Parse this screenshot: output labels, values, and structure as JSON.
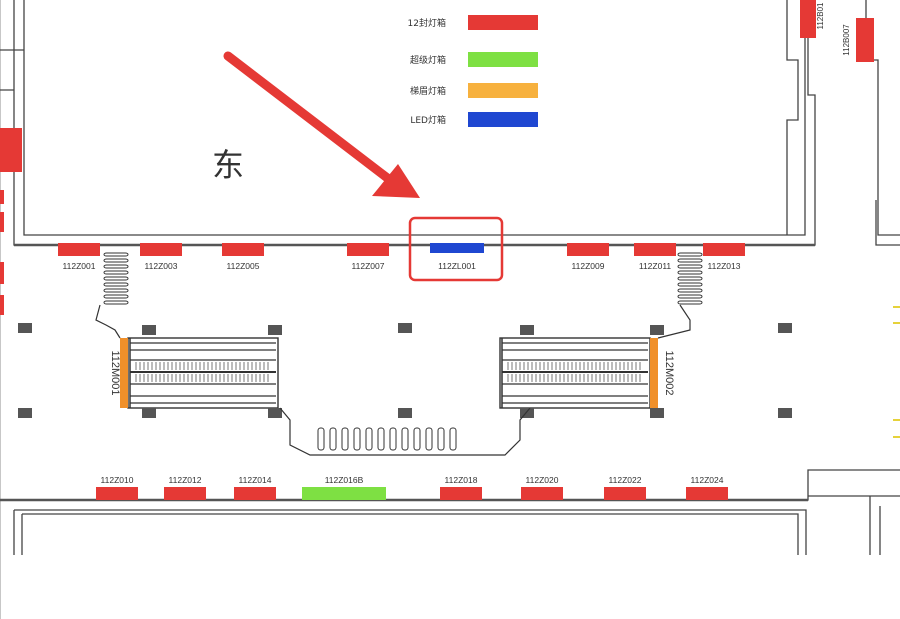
{
  "legend": [
    {
      "label": "12封灯箱",
      "color": "#e53935"
    },
    {
      "label": "超级灯箱",
      "color": "#7ee043"
    },
    {
      "label": "梯眉灯箱",
      "color": "#f7b13e"
    },
    {
      "label": "LED灯箱",
      "color": "#1f47d1"
    }
  ],
  "direction_label": "东",
  "top_boxes": [
    {
      "id": "112Z001",
      "type": "red"
    },
    {
      "id": "112Z003",
      "type": "red"
    },
    {
      "id": "112Z005",
      "type": "red"
    },
    {
      "id": "112Z007",
      "type": "red"
    },
    {
      "id": "112ZL001",
      "type": "blue",
      "highlighted": true
    },
    {
      "id": "112Z009",
      "type": "red"
    },
    {
      "id": "112Z011",
      "type": "red"
    },
    {
      "id": "112Z013",
      "type": "red"
    }
  ],
  "bottom_boxes": [
    {
      "id": "112Z010",
      "type": "red"
    },
    {
      "id": "112Z012",
      "type": "red"
    },
    {
      "id": "112Z014",
      "type": "red"
    },
    {
      "id": "112Z016B",
      "type": "green"
    },
    {
      "id": "112Z018",
      "type": "red"
    },
    {
      "id": "112Z020",
      "type": "red"
    },
    {
      "id": "112Z022",
      "type": "red"
    },
    {
      "id": "112Z024",
      "type": "red"
    }
  ],
  "escalators": [
    "112M001",
    "112M002"
  ],
  "right_edge_boxes": [
    "112B007",
    "112B01"
  ],
  "colors": {
    "red": "#e53935",
    "green": "#7ee043",
    "blue": "#1f47d1",
    "orange": "#f0902a",
    "highlight": "#e53935",
    "arrow": "#e53935",
    "wall": "#444444"
  }
}
